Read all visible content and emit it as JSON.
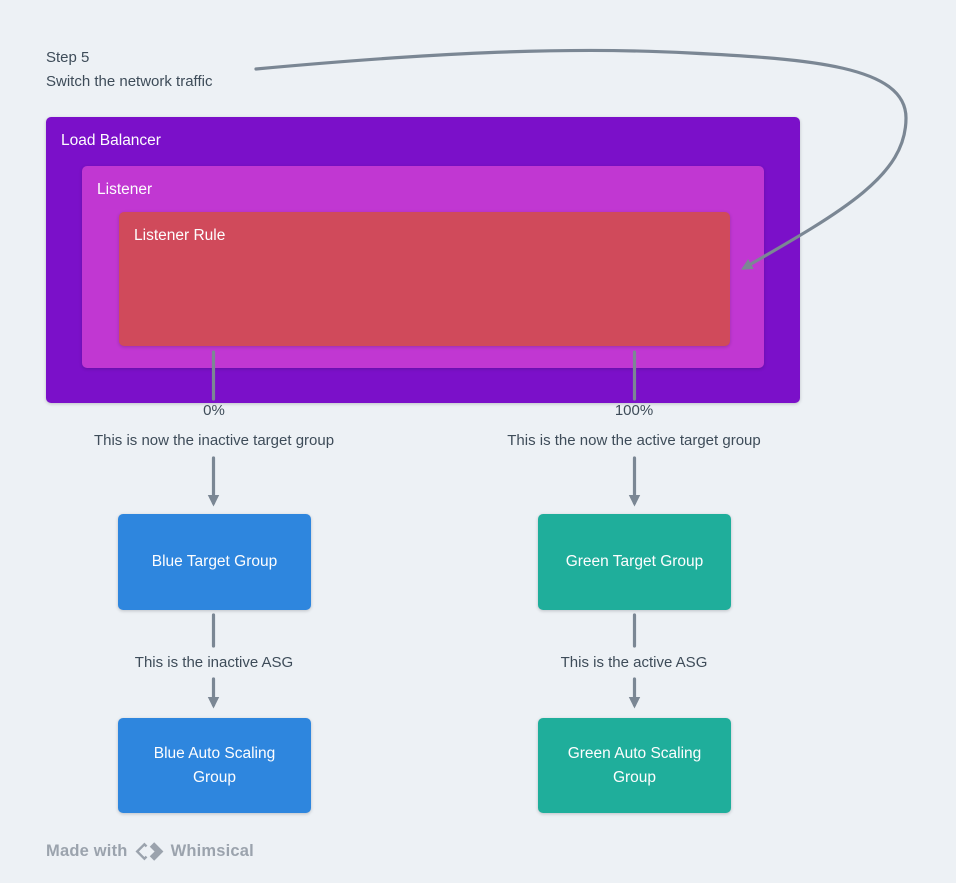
{
  "colors": {
    "background": "#EDF1F5",
    "node_purple": "#7B10C9",
    "node_magenta": "#C137D2",
    "node_red": "#D04A5B",
    "node_blue": "#2E86DE",
    "node_teal": "#1FAE9B",
    "connector": "#7B8794",
    "text_dark": "#3E4C59",
    "text_light": "#FDFDFE",
    "footer_gray": "#9BA3AD"
  },
  "step_note": {
    "line1": "Step 5",
    "line2": "Switch the network traffic"
  },
  "nodes": {
    "load_balancer": {
      "label": "Load Balancer"
    },
    "listener": {
      "label": "Listener"
    },
    "listener_rule": {
      "label": "Listener Rule"
    },
    "blue_target_group": {
      "label": "Blue Target Group"
    },
    "green_target_group": {
      "label": "Green Target Group"
    },
    "blue_asg": {
      "label": "Blue Auto Scaling Group"
    },
    "green_asg": {
      "label": "Green Auto Scaling Group"
    }
  },
  "edge_labels": {
    "left_percent": "0%",
    "left_note": "This is now the inactive target group",
    "right_percent": "100%",
    "right_note": "This is the now the active target group",
    "left_asg_note": "This is the inactive ASG",
    "right_asg_note": "This is the active ASG"
  },
  "footer": {
    "made_with": "Made with",
    "brand": "Whimsical",
    "logo": "whimsical-diamond-logo"
  }
}
